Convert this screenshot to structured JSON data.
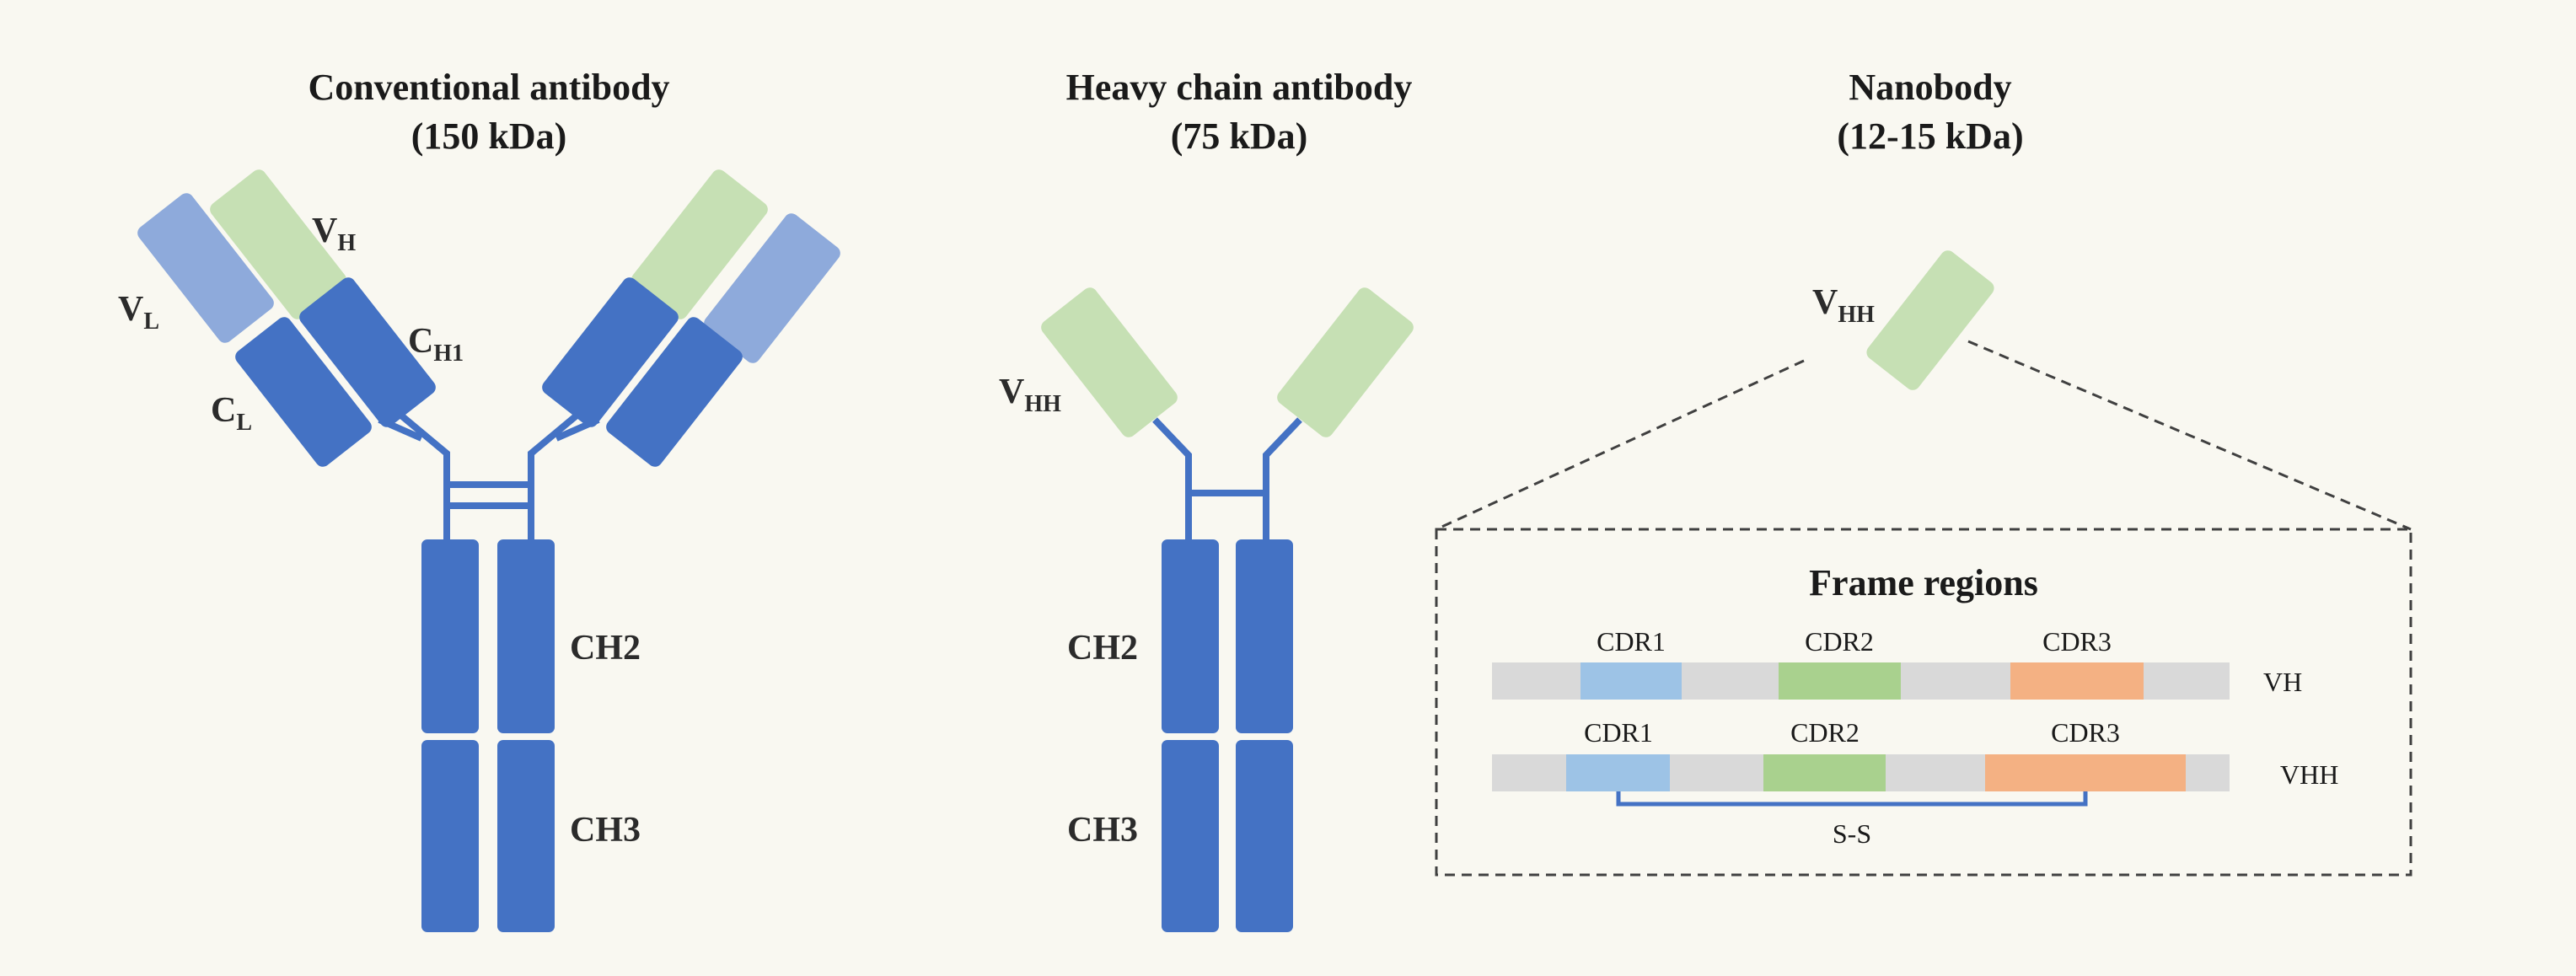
{
  "colors": {
    "background": "#f9f8f1",
    "constant_domain": "#4472c4",
    "vl_domain": "#8eaadb",
    "vh_domain": "#c6e0b4",
    "linker": "#4472c4",
    "framework_bar": "#d9d9d9",
    "cdr1": "#9dc3e6",
    "cdr2": "#a9d18e",
    "cdr3": "#f4b183",
    "dashed": "#404040"
  },
  "conventional": {
    "title_line1": "Conventional antibody",
    "title_line2": "(150 kDa)",
    "vl_main": "V",
    "vl_sub": "L",
    "vh_main": "V",
    "vh_sub": "H",
    "ch1_main": "C",
    "ch1_sub": "H1",
    "cl_main": "C",
    "cl_sub": "L",
    "ch2": "CH2",
    "ch3": "CH3"
  },
  "heavy_chain": {
    "title_line1": "Heavy chain antibody",
    "title_line2": "(75 kDa)",
    "vhh_main": "V",
    "vhh_sub": "HH",
    "ch2": "CH2",
    "ch3": "CH3"
  },
  "nanobody": {
    "title_line1": "Nanobody",
    "title_line2": "(12-15 kDa)",
    "vhh_main": "V",
    "vhh_sub": "HH"
  },
  "frame_regions": {
    "title": "Frame regions",
    "vh_row": {
      "label": "VH",
      "cdr1": "CDR1",
      "cdr2": "CDR2",
      "cdr3": "CDR3"
    },
    "vhh_row": {
      "label": "VHH",
      "cdr1": "CDR1",
      "cdr2": "CDR2",
      "cdr3": "CDR3"
    },
    "disulfide": "S-S"
  }
}
